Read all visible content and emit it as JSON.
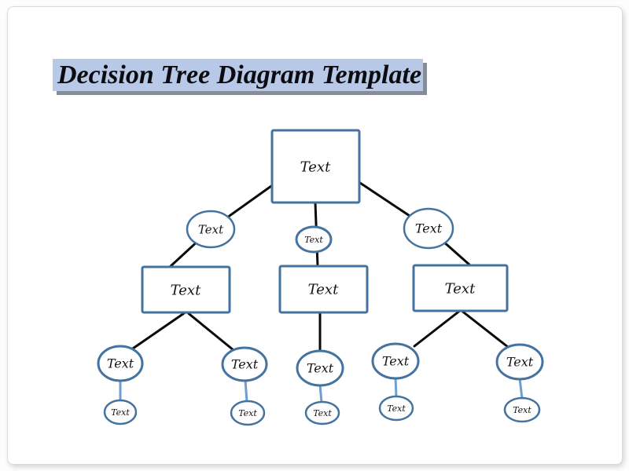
{
  "page": {
    "title": {
      "text": "Decision Tree Diagram Template"
    }
  },
  "theme": {
    "shape_border": "#45739f",
    "line_black": "#0a0a0a",
    "line_blue": "#6f9fd0",
    "highlight": "#b8c9e8",
    "highlight_shadow": "#868d99",
    "page_bg": "#ffffff",
    "canvas_bg": "#fdfdfd",
    "text": "#0c0c10"
  },
  "diagram": {
    "nodes": {
      "root": {
        "label": "Text"
      },
      "branch_left": {
        "label": "Text"
      },
      "branch_mid": {
        "label": "Text"
      },
      "branch_right": {
        "label": "Text"
      },
      "box_left": {
        "label": "Text"
      },
      "box_mid": {
        "label": "Text"
      },
      "box_right": {
        "label": "Text"
      },
      "leaf_l1": {
        "label": "Text"
      },
      "leaf_l2": {
        "label": "Text"
      },
      "leaf_m": {
        "label": "Text"
      },
      "leaf_r1": {
        "label": "Text"
      },
      "leaf_r2": {
        "label": "Text"
      },
      "sub_l1": {
        "label": "Text"
      },
      "sub_l2": {
        "label": "Text"
      },
      "sub_m": {
        "label": "Text"
      },
      "sub_r1": {
        "label": "Text"
      },
      "sub_r2": {
        "label": "Text"
      }
    }
  }
}
